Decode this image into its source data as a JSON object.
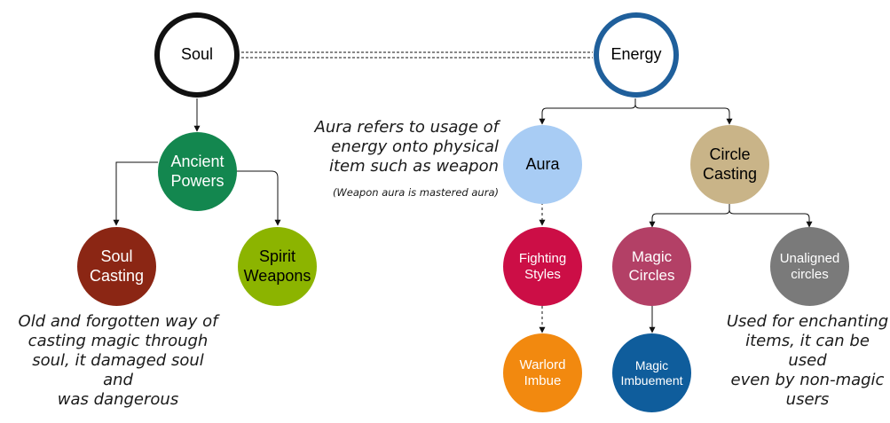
{
  "nodes": {
    "soul": {
      "label": "Soul",
      "fill": "#ffffff",
      "stroke": "#111111",
      "text": "#000000"
    },
    "energy": {
      "label": "Energy",
      "fill": "#ffffff",
      "stroke": "#1f5f9b",
      "text": "#000000"
    },
    "ancient_powers": {
      "label": "Ancient\nPowers",
      "fill": "#13874f",
      "text": "#ffffff"
    },
    "soul_casting": {
      "label": "Soul\nCasting",
      "fill": "#8b2614",
      "text": "#ffffff"
    },
    "spirit_weapons": {
      "label": "Spirit\nWeapons",
      "fill": "#8cb400",
      "text": "#000000"
    },
    "aura": {
      "label": "Aura",
      "fill": "#a8ccf4",
      "text": "#000000"
    },
    "circle_casting": {
      "label": "Circle\nCasting",
      "fill": "#c9b488",
      "text": "#000000"
    },
    "fighting_styles": {
      "label": "Fighting\nStyles",
      "fill": "#cc0e46",
      "text": "#ffffff"
    },
    "magic_circles": {
      "label": "Magic\nCircles",
      "fill": "#b34066",
      "text": "#ffffff"
    },
    "unaligned_circles": {
      "label": "Unaligned\ncircles",
      "fill": "#7a7a7a",
      "text": "#ffffff"
    },
    "warlord_imbue": {
      "label": "Warlord\nImbue",
      "fill": "#f2890f",
      "text": "#ffffff"
    },
    "magic_imbuement": {
      "label": "Magic\nImbuement",
      "fill": "#0f5d9c",
      "text": "#ffffff"
    }
  },
  "notes": {
    "aura_note": "Aura refers to usage of\nenergy onto physical\nitem such as weapon",
    "aura_subnote": "(Weapon aura is mastered aura)",
    "soul_casting_note": "Old and forgotten way of\ncasting magic through\nsoul, it damaged soul and\nwas dangerous",
    "unaligned_note": "Used for enchanting\nitems, it can be used\neven by non-magic\nusers"
  },
  "edge_color": "#111111"
}
